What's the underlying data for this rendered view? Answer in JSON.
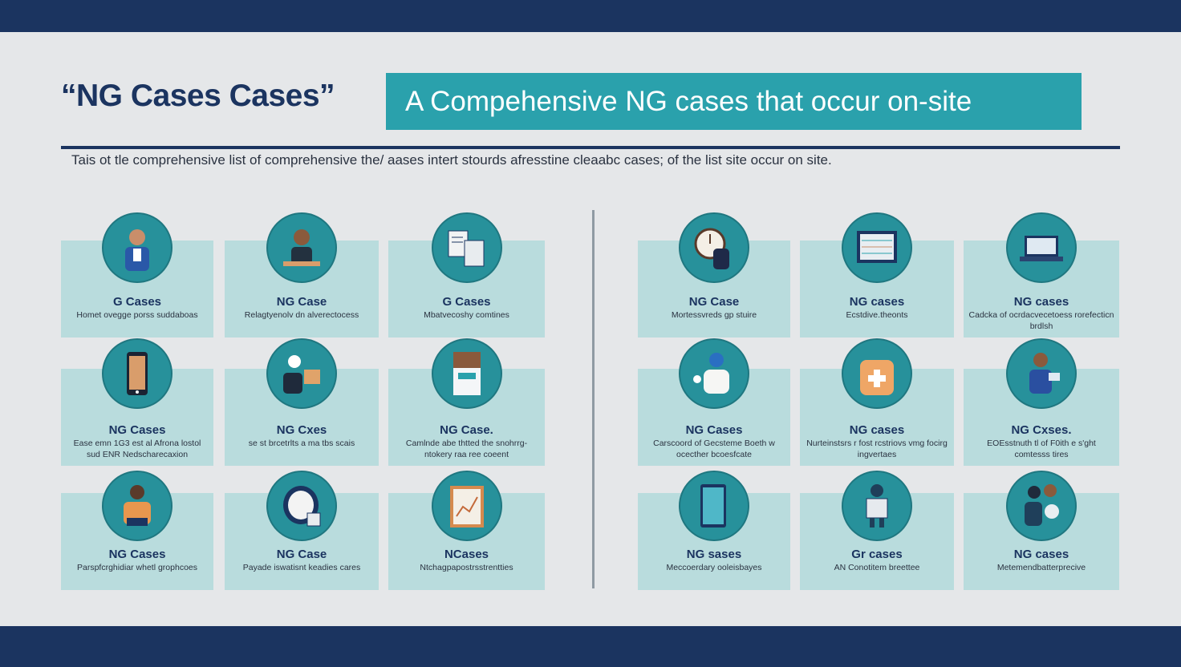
{
  "header": {
    "title": "“NG Cases Cases”",
    "banner": "A Compehensive NG cases that occur on-site",
    "subtitle": "Tais ot tle comprehensive list of comprehensive the/ aases intert stourds afresstine cleaabc cases; of the list site occur on site."
  },
  "cards": [
    {
      "title": "G Cases",
      "desc": "Homet ovegge porss suddaboas",
      "icon": "person-at-desk-icon"
    },
    {
      "title": "NG Case",
      "desc": "Relagtyenolv dn alverectocess",
      "icon": "worker-at-table-icon"
    },
    {
      "title": "G Cases",
      "desc": "Mbatvecoshy comtines",
      "icon": "documents-icon"
    },
    {
      "title": "NG Case",
      "desc": "Mortessvreds gp stuire",
      "icon": "clock-person-icon"
    },
    {
      "title": "NG cases",
      "desc": "Ecstdive.theonts",
      "icon": "monitor-table-icon"
    },
    {
      "title": "NG cases",
      "desc": "Cadcka of ocrdacvecetoess rorefecticn brdlsh",
      "icon": "laptop-icon"
    },
    {
      "title": "NG Cases",
      "desc": "Ease emn 1G3 est al Afrona lostol sud ENR Nedscharecaxion",
      "icon": "smartphone-icon"
    },
    {
      "title": "NG Cxes",
      "desc": "se st brcetrlts a ma tbs scais",
      "icon": "courier-box-icon"
    },
    {
      "title": "NG Case.",
      "desc": "Camlnde abe thtted the snohrrg- ntokery raa ree coeent",
      "icon": "machine-icon"
    },
    {
      "title": "NG Cases",
      "desc": "Carscoord of Gecsteme Boeth w ocecther bcoesfcate",
      "icon": "shopper-icon"
    },
    {
      "title": "NG cases",
      "desc": "Nurteinstsrs r fost rcstriovs vmg focirg ingvertaes",
      "icon": "first-aid-bag-icon"
    },
    {
      "title": "NG Cxses.",
      "desc": "EOEsstnuth tl of F0ith e s'ght comtesss tires",
      "icon": "inspector-icon"
    },
    {
      "title": "NG Cases",
      "desc": "Parspfcrghidiar whetl grophcoes",
      "icon": "worker-with-sign-icon"
    },
    {
      "title": "NG Case",
      "desc": "Payade iswatisnt keadies cares",
      "icon": "helmet-icon"
    },
    {
      "title": "NCases",
      "desc": "Ntchagpapostrsstrentties",
      "icon": "clipboard-chart-icon"
    },
    {
      "title": "NG sases",
      "desc": "Meccoerdary ooleisbayes",
      "icon": "tablet-icon"
    },
    {
      "title": "Gr cases",
      "desc": "AN Conotitem breettee",
      "icon": "robot-figure-icon"
    },
    {
      "title": "NG cases",
      "desc": "Metemendbatterprecive",
      "icon": "workers-icon"
    }
  ]
}
